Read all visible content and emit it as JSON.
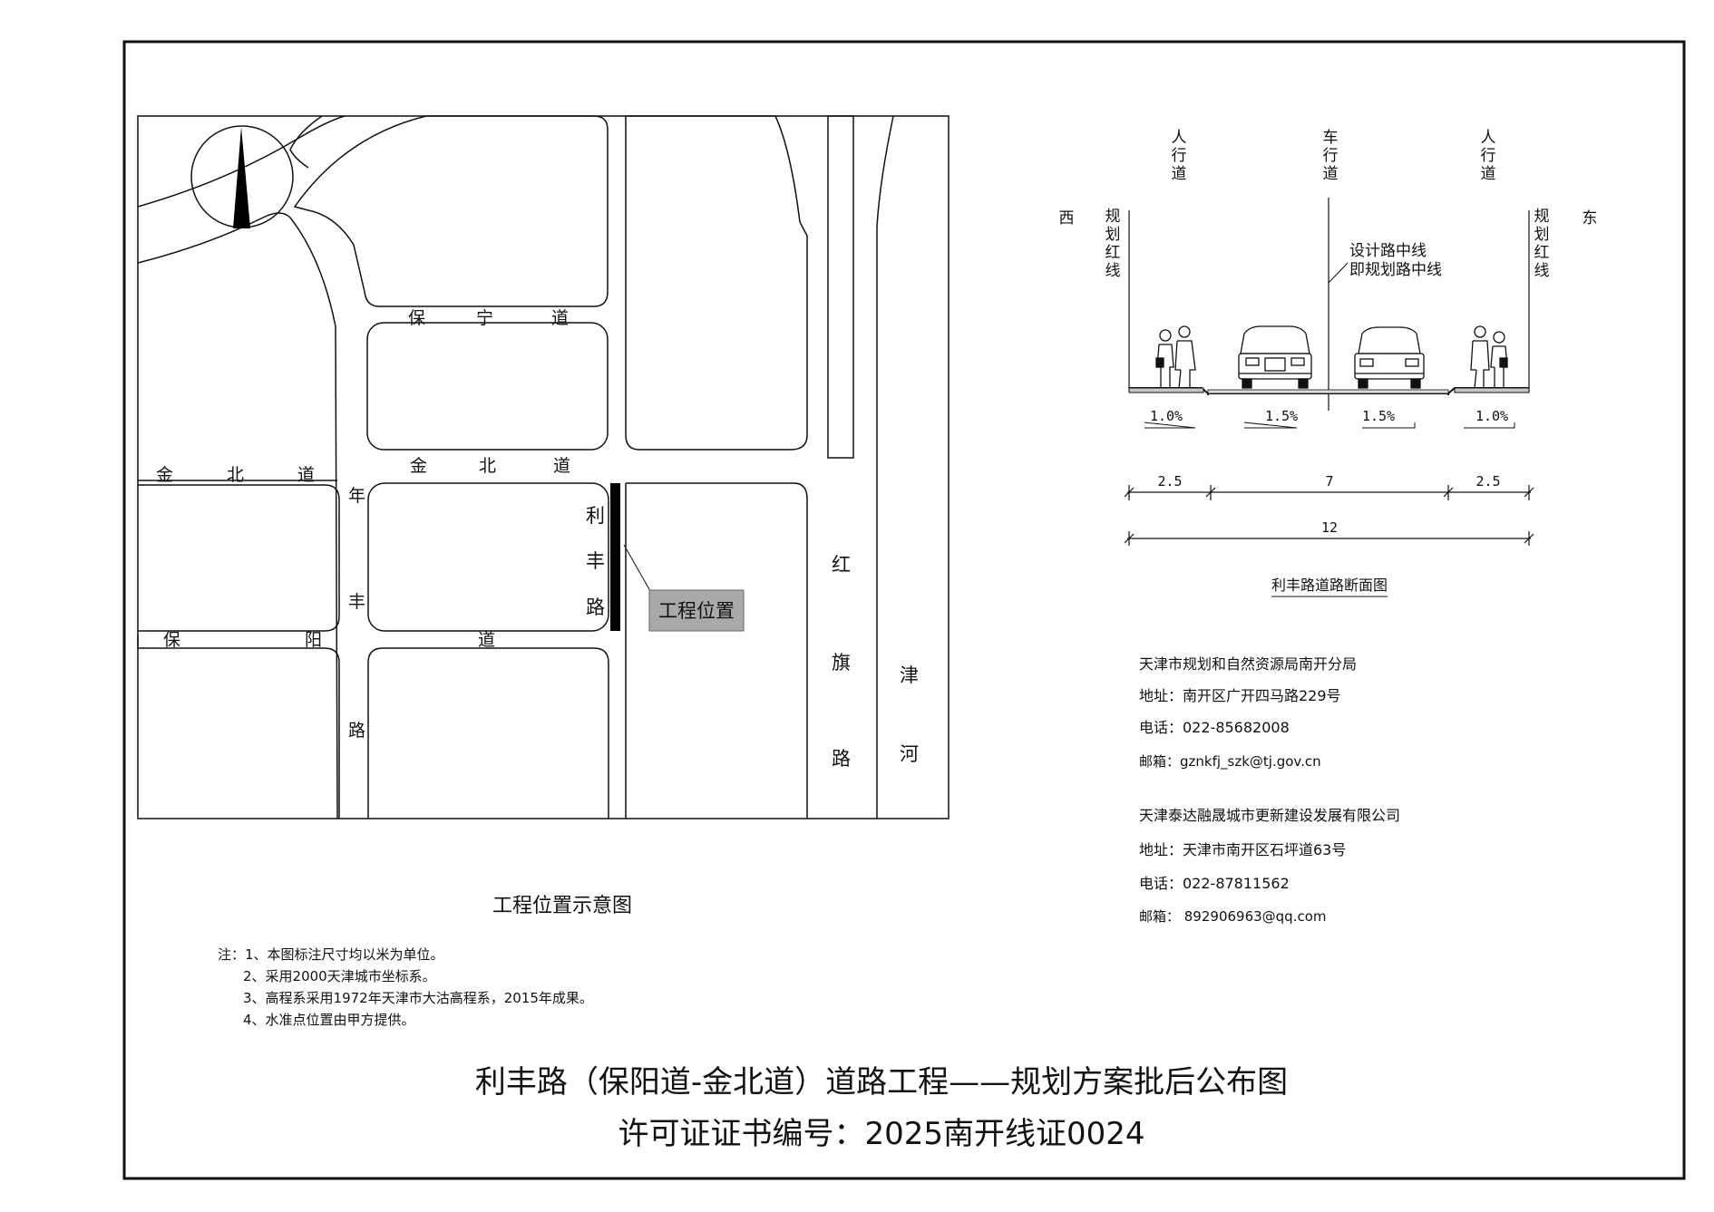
{
  "map": {
    "streets": {
      "baoning": [
        "保",
        "宁",
        "道"
      ],
      "jinbei_left": [
        "金",
        "北",
        "道"
      ],
      "jinbei_right": [
        "金",
        "北",
        "道"
      ],
      "nianfeng": [
        "年",
        "丰",
        "路"
      ],
      "baoyang": [
        "保",
        "阳",
        "道"
      ],
      "lifeng": [
        "利",
        "丰",
        "路"
      ],
      "hongqi": [
        "红",
        "旗",
        "路"
      ],
      "jinhe": [
        "津",
        "河"
      ]
    },
    "project_label": "工程位置",
    "caption": "工程位置示意图"
  },
  "section": {
    "west": "西",
    "east": "东",
    "sidewalk_left": [
      "人",
      "行",
      "道"
    ],
    "carriageway": [
      "车",
      "行",
      "道"
    ],
    "sidewalk_right": [
      "人",
      "行",
      "道"
    ],
    "redline_left": [
      "规",
      "划",
      "红",
      "线"
    ],
    "redline_right": [
      "规",
      "划",
      "红",
      "线"
    ],
    "centerline_1": "设计路中线",
    "centerline_2": "即规划路中线",
    "slopes": [
      "1.0%",
      "1.5%",
      "1.5%",
      "1.0%"
    ],
    "dims_top": [
      "2.5",
      "7",
      "2.5"
    ],
    "dim_total": "12",
    "caption": "利丰路道路断面图"
  },
  "contacts": {
    "authority": {
      "name": "天津市规划和自然资源局南开分局",
      "address": "地址：南开区广开四马路229号",
      "phone": "电话：022-85682008",
      "email": "邮箱：gznkfj_szk@tj.gov.cn"
    },
    "company": {
      "name": "天津泰达融晟城市更新建设发展有限公司",
      "address": "地址：天津市南开区石坪道63号",
      "phone": "电话：022-87811562",
      "email": "邮箱： 892906963@qq.com"
    }
  },
  "notes": [
    "注：1、本图标注尺寸均以米为单位。",
    "2、采用2000天津城市坐标系。",
    "3、高程系采用1972年天津市大沽高程系，2015年成果。",
    "4、水准点位置由甲方提供。"
  ],
  "title": {
    "line1": "利丰路（保阳道-金北道）道路工程——规划方案批后公布图",
    "line2": "许可证证书编号：2025南开线证0024"
  }
}
